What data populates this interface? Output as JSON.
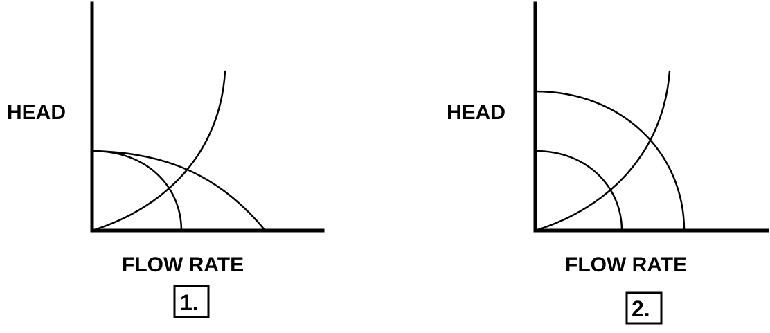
{
  "panels": [
    {
      "id": "panel-1",
      "y_label": "HEAD",
      "x_label": "FLOW RATE",
      "panel_number": "1.",
      "curves": [
        {
          "name": "system-curve"
        },
        {
          "name": "pump-curve-single"
        },
        {
          "name": "pump-curve-parallel"
        }
      ]
    },
    {
      "id": "panel-2",
      "y_label": "HEAD",
      "x_label": "FLOW RATE",
      "panel_number": "2.",
      "curves": [
        {
          "name": "system-curve"
        },
        {
          "name": "pump-curve-single"
        },
        {
          "name": "pump-curve-series"
        }
      ]
    }
  ]
}
